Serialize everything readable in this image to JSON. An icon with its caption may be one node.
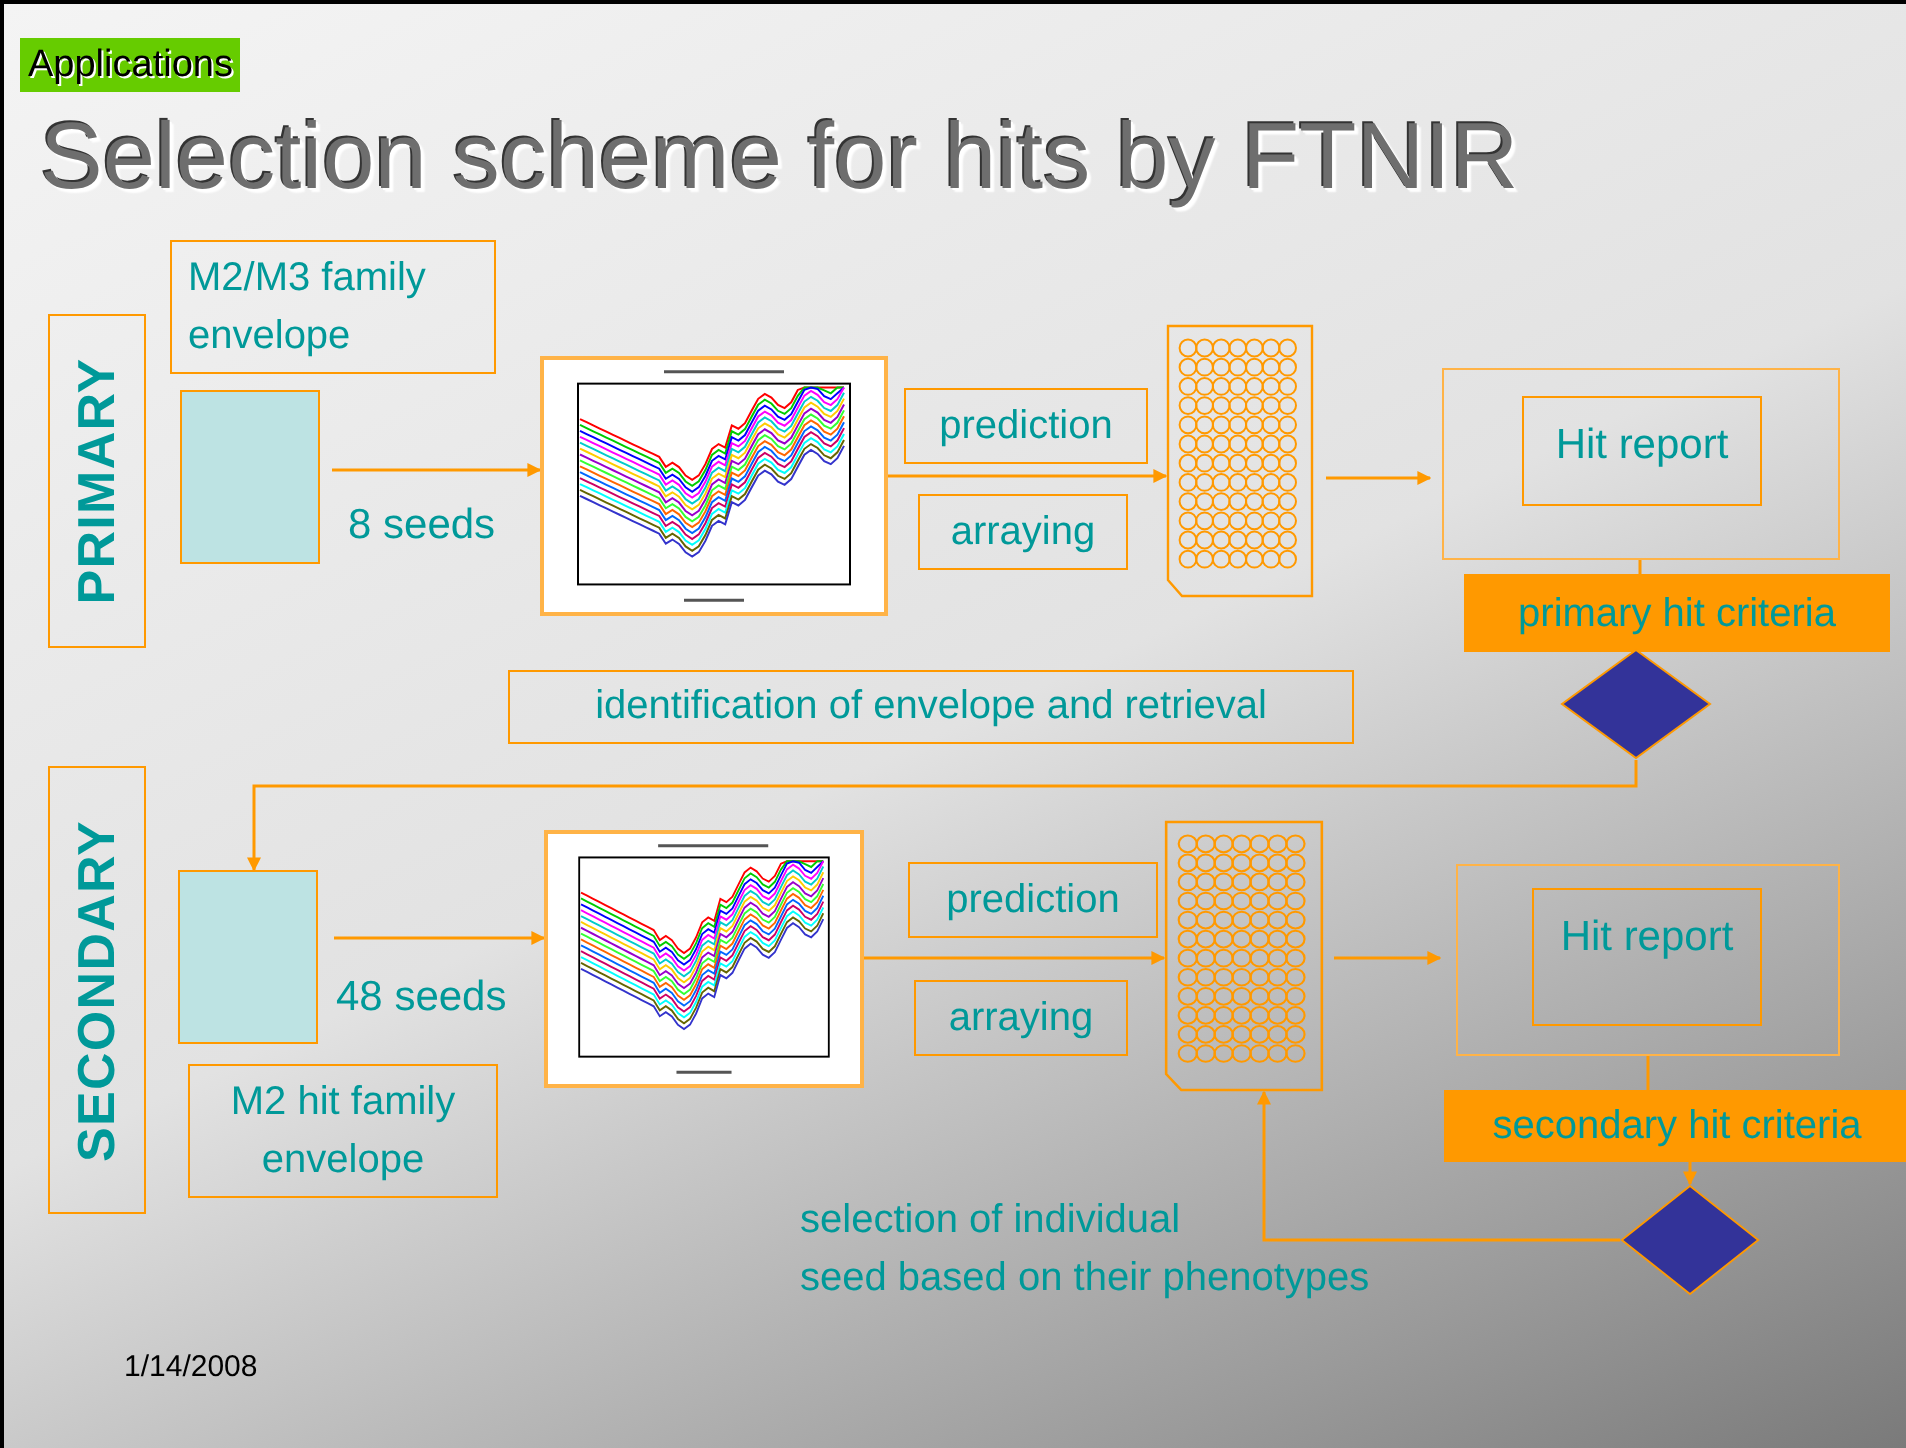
{
  "diagram": {
    "title": "Selection scheme for hits by FTNIR",
    "nodes": [
      {
        "text": [
          "PRIMARY"
        ]
      },
      {
        "text": [
          "M2/M3 family envelope"
        ]
      },
      {
        "text": [],
        "shape": "box"
      },
      {
        "text": [],
        "shape": "picture"
      },
      {
        "text": [
          "prediction"
        ]
      },
      {
        "text": [
          "arraying"
        ]
      },
      {
        "text": [],
        "shape": "picture"
      },
      {
        "text": [],
        "shape": "box"
      },
      {
        "text": [
          "Hit report"
        ],
        "in": 7
      },
      {
        "text": [
          "primary hit criteria"
        ]
      },
      {
        "text": [],
        "shape": "diamond"
      },
      {
        "text": [
          "identification of envelope and retrieval"
        ]
      },
      {
        "text": [
          "SECONDARY"
        ]
      },
      {
        "text": [],
        "shape": "box"
      },
      {
        "text": [
          "M2 hit family envelope"
        ]
      },
      {
        "text": [],
        "shape": "picture"
      },
      {
        "text": [
          "prediction"
        ]
      },
      {
        "text": [
          "arraying"
        ]
      },
      {
        "text": [],
        "shape": "picture"
      },
      {
        "text": [],
        "shape": "box"
      },
      {
        "text": [
          "Hit report"
        ],
        "in": 19
      },
      {
        "text": [
          "secondary hit criteria"
        ]
      },
      {
        "text": [],
        "shape": "diamond"
      },
      {
        "text": [
          "selection of individual seed based on their phenotypes"
        ]
      }
    ],
    "edges": [
      {
        "from": 2,
        "to": 3,
        "arrow": "to",
        "label": "8 seeds"
      },
      {
        "from": 3,
        "to": 6,
        "arrow": "to"
      },
      {
        "from": 6,
        "to": 7,
        "arrow": "to"
      },
      {
        "from": 7,
        "to": 9,
        "arrow": "none"
      },
      {
        "from": 10,
        "to": 13,
        "arrow": "to"
      },
      {
        "from": 13,
        "to": 15,
        "arrow": "to",
        "label": "48 seeds"
      },
      {
        "from": 15,
        "to": 18,
        "arrow": "to"
      },
      {
        "from": 18,
        "to": 19,
        "arrow": "to"
      },
      {
        "from": 19,
        "to": 21,
        "arrow": "none"
      },
      {
        "from": 21,
        "to": 22,
        "arrow": "to"
      },
      {
        "from": 22,
        "to": 18,
        "arrow": "to"
      }
    ],
    "labels": [
      "Applications",
      "1/14/2008"
    ]
  }
}
